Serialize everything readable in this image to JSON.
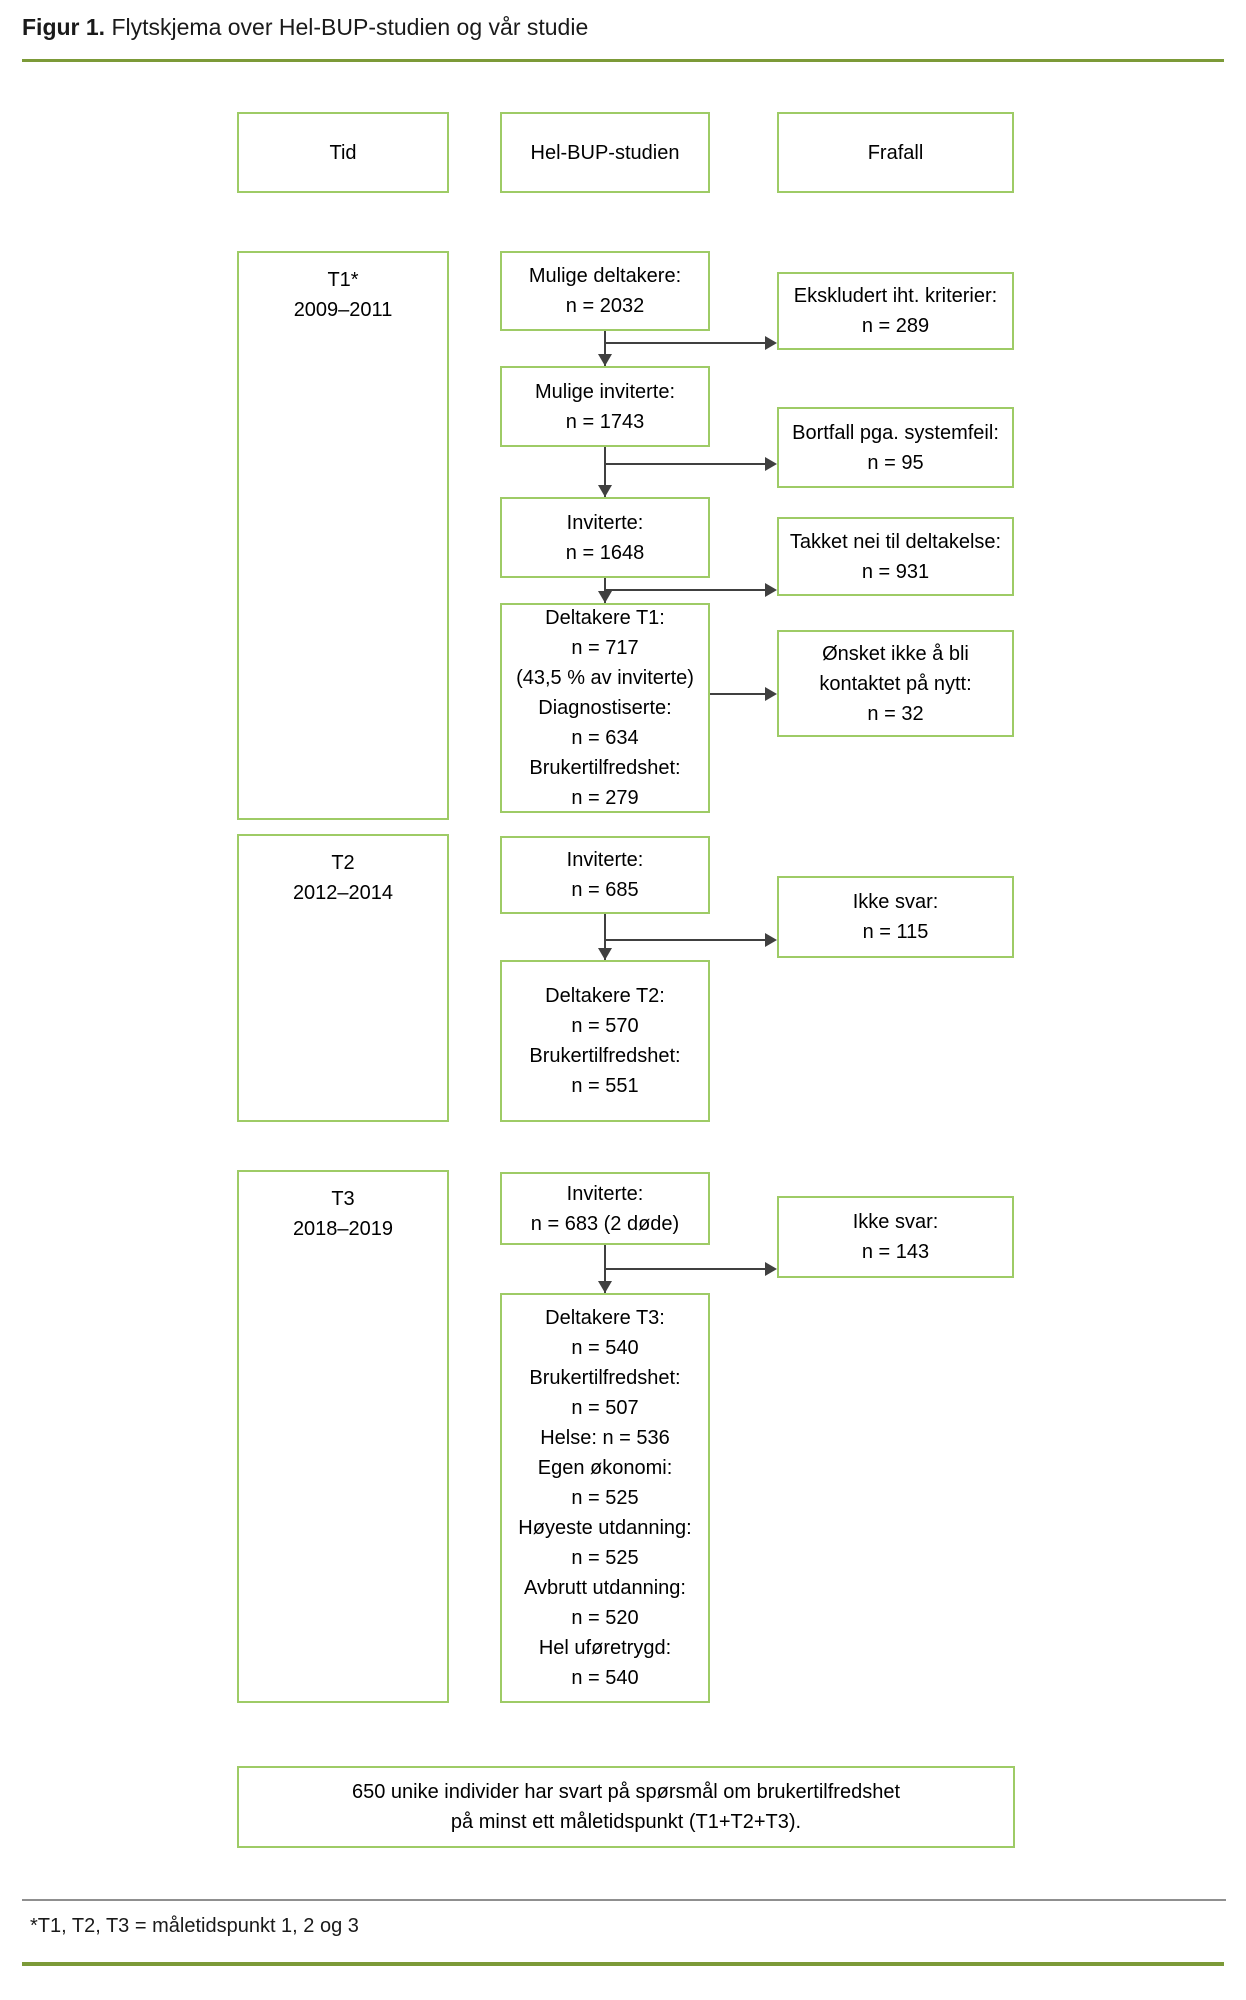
{
  "figure": {
    "title_bold": "Figur 1.",
    "title_rest": " Flytskjema over Hel-BUP-studien og vår studie",
    "footnote": "*T1, T2, T3 = måletidspunkt 1, 2 og 3"
  },
  "colors": {
    "box_border": "#9ecb66",
    "title_rule": "#7c9a38",
    "footnote_rule": "#8f8f8f",
    "arrow": "#404040"
  },
  "headers": {
    "tid": "Tid",
    "study": "Hel-BUP-studien",
    "frafall": "Frafall"
  },
  "timeline": {
    "t1": [
      "T1*",
      "2009–2011"
    ],
    "t2": [
      "T2",
      "2012–2014"
    ],
    "t3": [
      "T3",
      "2018–2019"
    ]
  },
  "study_nodes": {
    "mulige_deltakere": [
      "Mulige deltakere:",
      "n = 2032"
    ],
    "mulige_inviterte": [
      "Mulige inviterte:",
      "n = 1743"
    ],
    "inviterte_t1": [
      "Inviterte:",
      "n = 1648"
    ],
    "deltakere_t1": [
      "Deltakere T1:",
      "n = 717",
      "(43,5 % av inviterte)",
      "Diagnostiserte:",
      "n = 634",
      "Brukertilfredshet:",
      "n = 279"
    ],
    "inviterte_t2": [
      "Inviterte:",
      "n = 685"
    ],
    "deltakere_t2": [
      "Deltakere T2:",
      "n = 570",
      "Brukertilfredshet:",
      "n = 551"
    ],
    "inviterte_t3": [
      "Inviterte:",
      "n = 683 (2 døde)"
    ],
    "deltakere_t3": [
      "Deltakere T3:",
      "n = 540",
      "Brukertilfredshet:",
      "n = 507",
      "Helse: n = 536",
      "Egen økonomi:",
      "n = 525",
      "Høyeste utdanning:",
      "n = 525",
      "Avbrutt utdanning:",
      "n = 520",
      "Hel uføretrygd:",
      "n = 540"
    ],
    "summary": [
      "650 unike individer har svart på spørsmål om brukertilfredshet",
      "på minst ett måletidspunkt (T1+T2+T3)."
    ]
  },
  "frafall_nodes": {
    "ekskludert": [
      "Ekskludert iht. kriterier:",
      "n = 289"
    ],
    "bortfall": [
      "Bortfall pga. systemfeil:",
      "n = 95"
    ],
    "takket_nei": [
      "Takket nei til deltakelse:",
      "n = 931"
    ],
    "onsket_ikke": [
      "Ønsket ikke å bli",
      "kontaktet på nytt:",
      "n = 32"
    ],
    "ikke_svar_t2": [
      "Ikke svar:",
      "n = 115"
    ],
    "ikke_svar_t3": [
      "Ikke svar:",
      "n = 143"
    ]
  }
}
